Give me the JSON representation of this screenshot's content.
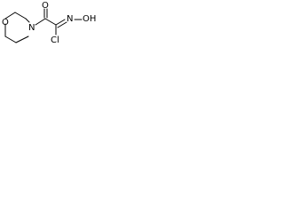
{
  "molecule": {
    "atoms": {
      "ring_oxygen": "O",
      "ring_nitrogen": "N",
      "carbonyl_oxygen": "O",
      "oxime_nitrogen": "N",
      "hydroxyl": "OH",
      "chlorine": "Cl"
    }
  },
  "colors": {
    "bond": "#000000",
    "label": "#000000",
    "background": "#ffffff"
  }
}
